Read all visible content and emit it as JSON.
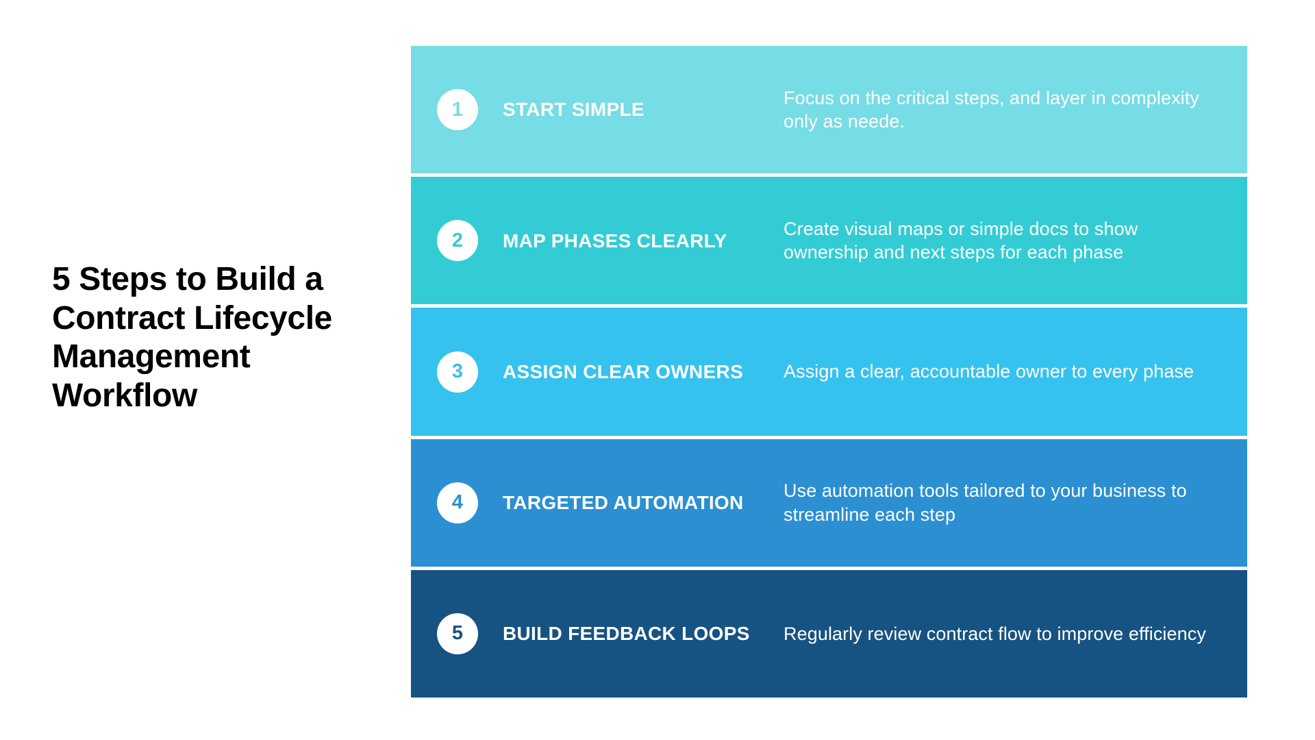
{
  "headline": {
    "text": "5 Steps to Build a Contract Lifecycle Management Workflow",
    "color": "#000000"
  },
  "palette": {
    "background": "#ffffff",
    "badge_fill": "#ffffff",
    "text_on_bar": "#ffffff",
    "divider": "#ffffff"
  },
  "steps": [
    {
      "number": "1",
      "title": "START SIMPLE",
      "description": "Focus on the critical steps, and layer in complexity only as neede.",
      "color": "#76dce5"
    },
    {
      "number": "2",
      "title": "MAP PHASES CLEARLY",
      "description": "Create visual maps or simple docs to show ownership and next steps for each phase",
      "color": "#33ccd4"
    },
    {
      "number": "3",
      "title": "ASSIGN CLEAR OWNERS",
      "description": "Assign a clear, accountable owner to every phase",
      "color": "#36c2ee"
    },
    {
      "number": "4",
      "title": "TARGETED AUTOMATION",
      "description": "Use automation tools tailored to your business to streamline each step",
      "color": "#2b8fd2"
    },
    {
      "number": "5",
      "title": "BUILD FEEDBACK LOOPS",
      "description": "Regularly review contract flow to improve efficiency",
      "color": "#175382"
    }
  ]
}
